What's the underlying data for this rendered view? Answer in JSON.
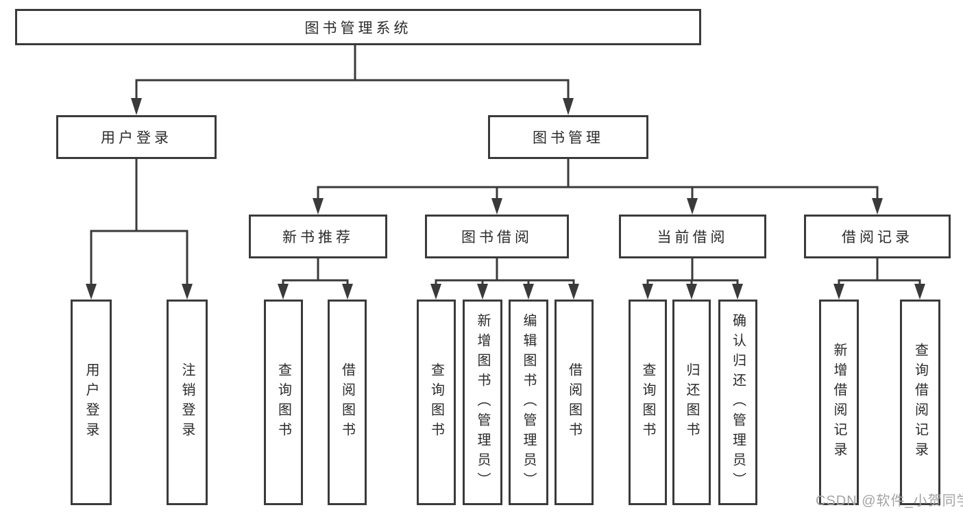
{
  "tree": {
    "root": "图书管理系统",
    "level2": [
      {
        "label": "用户登录",
        "leaves": [
          "用户登录",
          "注销登录"
        ]
      },
      {
        "label": "图书管理",
        "groups": [
          {
            "label": "新书推荐",
            "leaves": [
              "查询图书",
              "借阅图书"
            ]
          },
          {
            "label": "图书借阅",
            "leaves": [
              "查询图书",
              "新增图书（管理员）",
              "编辑图书（管理员）",
              "借阅图书"
            ]
          },
          {
            "label": "当前借阅",
            "leaves": [
              "查询图书",
              "归还图书",
              "确认归还（管理员）"
            ]
          },
          {
            "label": "借阅记录",
            "leaves": [
              "新增借阅记录",
              "查询借阅记录"
            ]
          }
        ]
      }
    ]
  },
  "watermark": {
    "text": "CSDN @软件_小贺同学"
  },
  "colors": {
    "line": "#3a3a3a",
    "box-border": "#3a3a3a",
    "box-text": "#2b2b2b",
    "canvas-bg": "#ffffff",
    "watermark-color": "#a3a3a3"
  }
}
